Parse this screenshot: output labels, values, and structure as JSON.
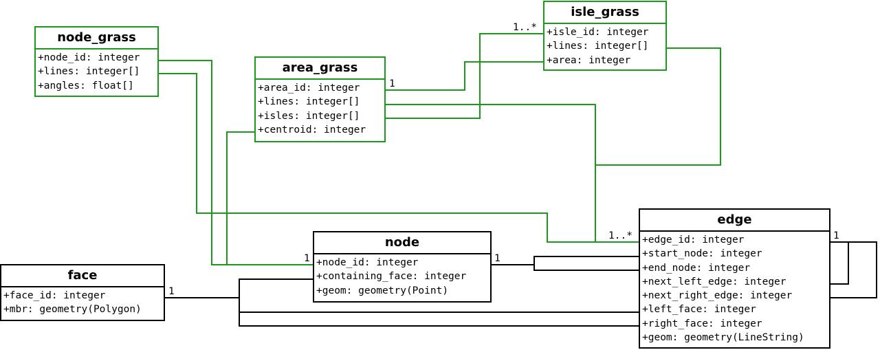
{
  "entities": {
    "node_grass": {
      "name": "node_grass",
      "attributes": [
        "+node_id: integer",
        "+lines: integer[]",
        "+angles: float[]"
      ]
    },
    "area_grass": {
      "name": "area_grass",
      "attributes": [
        "+area_id: integer",
        "+lines: integer[]",
        "+isles: integer[]",
        "+centroid: integer"
      ]
    },
    "isle_grass": {
      "name": "isle_grass",
      "attributes": [
        "+isle_id: integer",
        "+lines: integer[]",
        "+area: integer"
      ]
    },
    "node": {
      "name": "node",
      "attributes": [
        "+node_id: integer",
        "+containing_face: integer",
        "+geom: geometry(Point)"
      ]
    },
    "face": {
      "name": "face",
      "attributes": [
        "+face_id: integer",
        "+mbr: geometry(Polygon)"
      ]
    },
    "edge": {
      "name": "edge",
      "attributes": [
        "+edge_id: integer",
        "+start_node: integer",
        "+end_node: integer",
        "+next_left_edge: integer",
        "+next_right_edge: integer",
        "+left_face: integer",
        "+right_face: integer",
        "+geom: geometry(LineString)"
      ]
    }
  },
  "multiplicities": {
    "area_isle_one": "1",
    "area_isle_many": "1..*",
    "node_one": "1",
    "node_edge_one": "1",
    "face_one": "1",
    "edge_many": "1..*",
    "edge_self_one": "1"
  },
  "colors": {
    "grass": "#1a9a1a",
    "topology": "#000000"
  }
}
